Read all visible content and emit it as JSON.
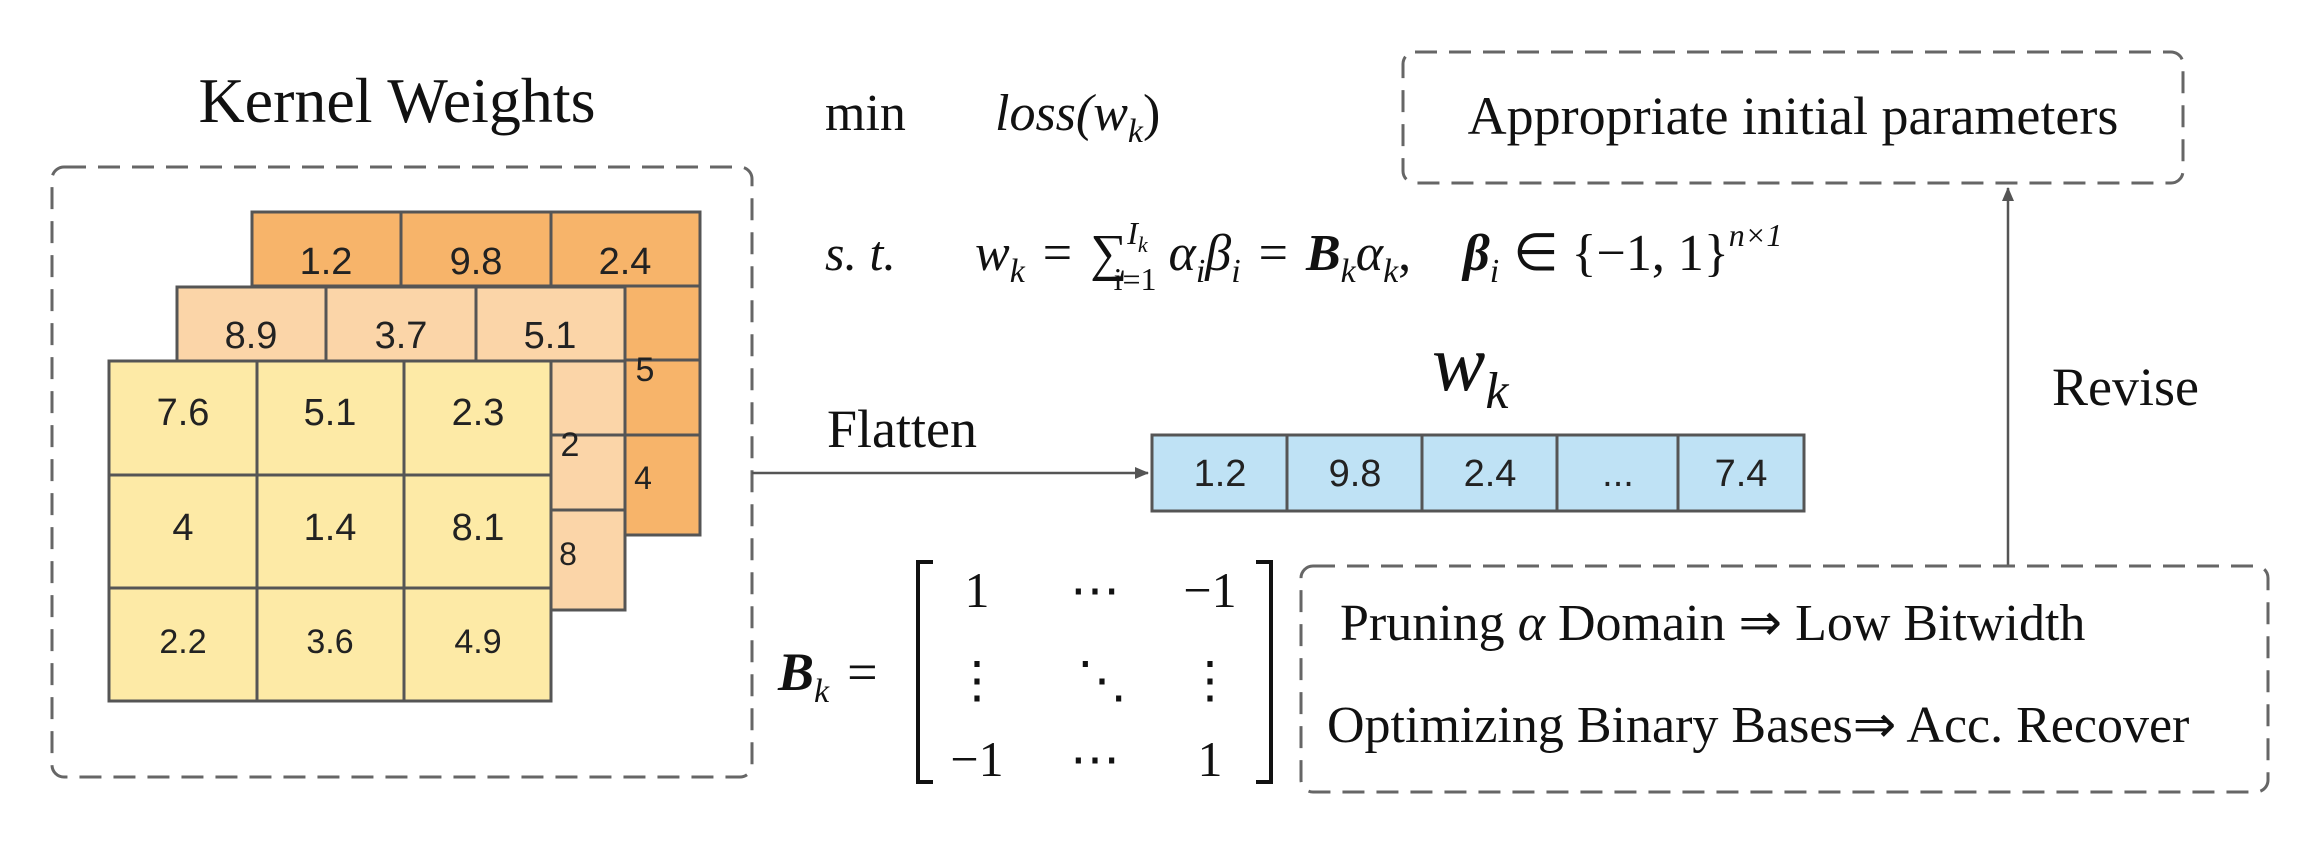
{
  "kernel_title": "Kernel Weights",
  "colors": {
    "back_layer": "#f7b46a",
    "mid_layer": "#fbd5a8",
    "front_layer": "#fdeaa6",
    "vector_fill": "#bfe2f5",
    "stroke": "#555555",
    "dash": "#666666"
  },
  "kernel_layers": {
    "back": [
      "1.2",
      "9.8",
      "2.4"
    ],
    "back_side": [
      "5",
      "4"
    ],
    "mid": [
      "8.9",
      "3.7",
      "5.1"
    ],
    "mid_side": [
      "2",
      "8"
    ],
    "front": [
      [
        "7.6",
        "5.1",
        "2.3"
      ],
      [
        "4",
        "1.4",
        "8.1"
      ],
      [
        "2.2",
        "3.6",
        "4.9"
      ]
    ]
  },
  "flatten_label": "Flatten",
  "vector_label": "w",
  "vector_label_sub": "k",
  "vector_cells": [
    "1.2",
    "9.8",
    "2.4",
    "...",
    "7.4"
  ],
  "objective": {
    "min": "min",
    "loss": "loss(w",
    "loss_sub": "k",
    "loss_close": ")",
    "st": "s. t.",
    "constraint_lhs": "w",
    "constraint_lhs_sub": "k",
    "eq": "=",
    "sum": "∑",
    "sum_sup": "I",
    "sum_sup_sub": "k",
    "sum_sub": "i=1",
    "term": "α",
    "term_sub": "i",
    "term2": "β",
    "term2_sub": "i",
    "eq2": "=",
    "bk": "B",
    "bk_sub": "k",
    "alpha": "α",
    "alpha_sub": "k",
    "comma": ",",
    "beta": "β",
    "beta_sub": "i",
    "in_set": "∈ {−1, 1}",
    "set_sup": "n×1"
  },
  "matrix": {
    "lhs": "B",
    "lhs_sub": "k",
    "eq": "=",
    "rows": [
      [
        "1",
        "⋯",
        "−1"
      ],
      [
        "⋮",
        "⋱",
        "⋮"
      ],
      [
        "−1",
        "⋯",
        "1"
      ]
    ]
  },
  "init_box": "Appropriate initial parameters",
  "revise_label": "Revise",
  "method_box": {
    "line1_a": "Pruning ",
    "line1_alpha": "α",
    "line1_b": " Domain ⇒ Low Bitwidth",
    "line2": "Optimizing Binary Bases⇒ Acc. Recover"
  }
}
